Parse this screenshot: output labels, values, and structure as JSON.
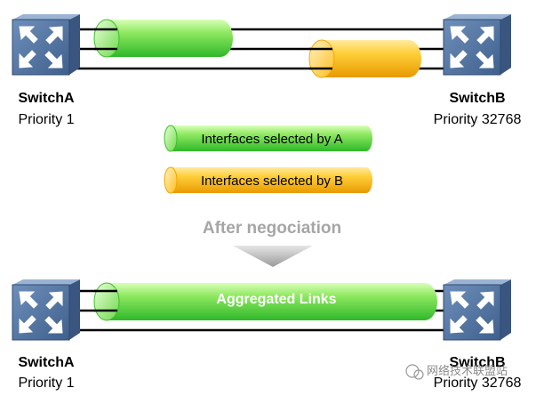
{
  "top": {
    "left_switch": {
      "name": "SwitchA",
      "priority": "Priority 1"
    },
    "right_switch": {
      "name": "SwitchB",
      "priority": "Priority 32768"
    }
  },
  "legend": {
    "green_label": "Interfaces selected by A",
    "yellow_label": "Interfaces selected by B",
    "green_color": "#33cc33",
    "yellow_color": "#ffbb00"
  },
  "transition": {
    "label": "After negociation"
  },
  "bottom": {
    "left_switch": {
      "name": "SwitchA",
      "priority": "Priority 1"
    },
    "right_switch": {
      "name": "SwitchB",
      "priority": "Priority 32768"
    },
    "aggregated_label": "Aggregated Links"
  },
  "watermark": {
    "text": "网络技术联盟站"
  },
  "colors": {
    "switch_face": "#5a7aa6",
    "switch_top": "#8fa9cc",
    "link_line": "#000000",
    "arrow_gray": "#b0b0b0"
  }
}
